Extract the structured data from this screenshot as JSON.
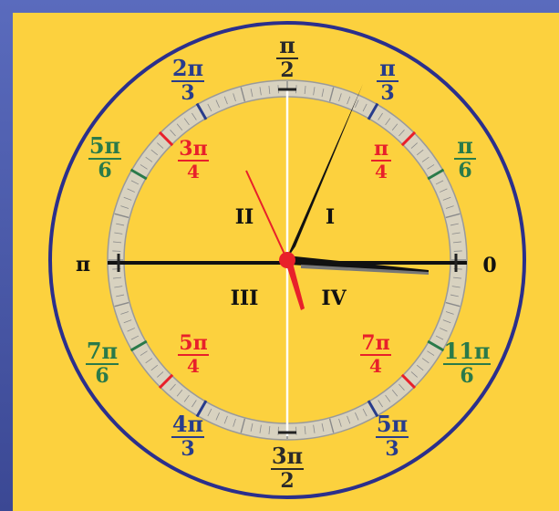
{
  "colors": {
    "background": "#fcd13e",
    "outer_border": "#4a5aa8",
    "rim": "#2b2f8c",
    "red": "#e8202a",
    "green": "#2a7a4a",
    "blue": "#283c8c",
    "black": "#111111"
  },
  "labels": {
    "zero": "0",
    "pi_over_6": {
      "num": "π",
      "den": "6"
    },
    "pi_over_4": {
      "num": "π",
      "den": "4"
    },
    "pi_over_3": {
      "num": "π",
      "den": "3"
    },
    "pi_over_2": {
      "num": "π",
      "den": "2"
    },
    "two_pi_over_3": {
      "num": "2π",
      "den": "3"
    },
    "three_pi_over_4": {
      "num": "3π",
      "den": "4"
    },
    "five_pi_over_6": {
      "num": "5π",
      "den": "6"
    },
    "pi": "π",
    "seven_pi_over_6": {
      "num": "7π",
      "den": "6"
    },
    "five_pi_over_4": {
      "num": "5π",
      "den": "4"
    },
    "four_pi_over_3": {
      "num": "4π",
      "den": "3"
    },
    "three_pi_over_2": {
      "num": "3π",
      "den": "2"
    },
    "five_pi_over_3": {
      "num": "5π",
      "den": "3"
    },
    "seven_pi_over_4": {
      "num": "7π",
      "den": "4"
    },
    "eleven_pi_over_6": {
      "num": "11π",
      "den": "6"
    }
  },
  "quadrants": {
    "q1": "I",
    "q2": "II",
    "q3": "III",
    "q4": "IV"
  }
}
